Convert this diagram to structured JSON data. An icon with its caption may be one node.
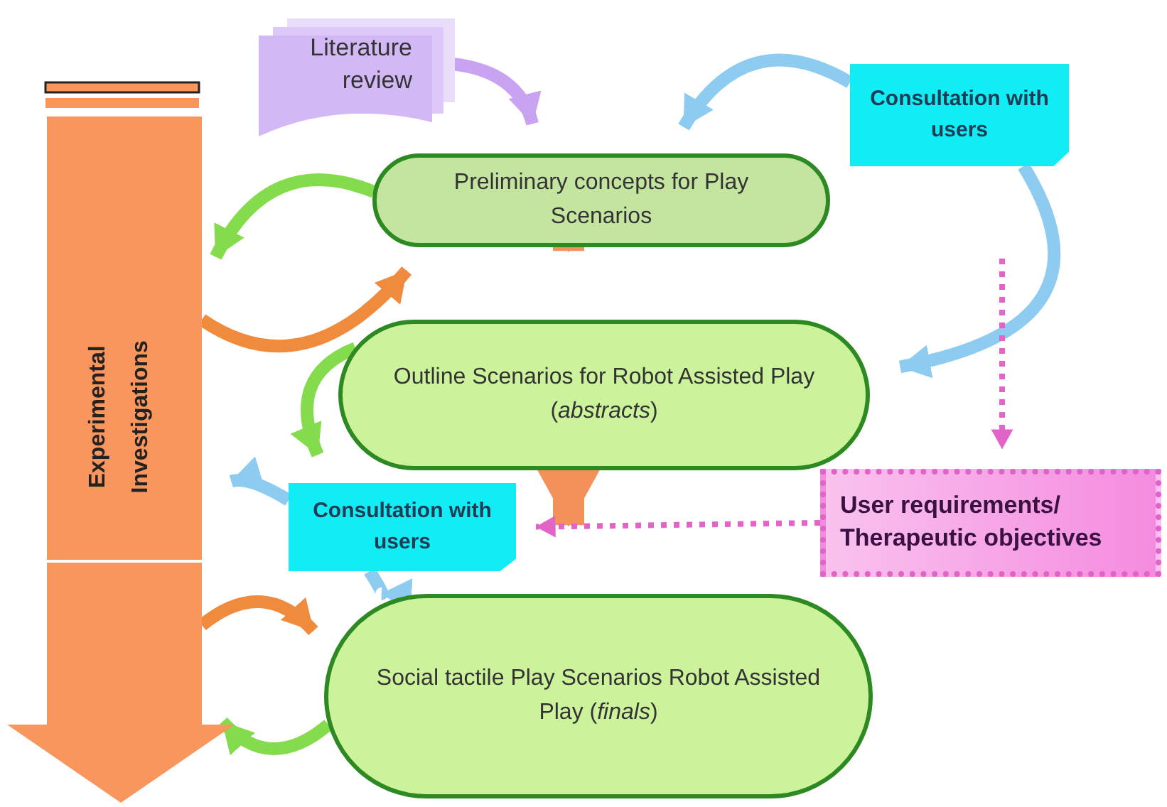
{
  "diagram": {
    "nodes": [
      {
        "text": [
          "Literature review"
        ]
      },
      {
        "text": [
          "Consultation with users"
        ]
      },
      {
        "text": [
          "Preliminary concepts for Play Scenarios"
        ]
      },
      {
        "text": [
          "Outline Scenarios for Robot Assisted Play (*abstracts*)"
        ]
      },
      {
        "text": [
          "Consultation with users"
        ]
      },
      {
        "text": [
          "User requirements/ Therapeutic objectives"
        ]
      },
      {
        "text": [
          "Social tactile Play Scenarios Robot Assisted Play (*finals*)"
        ]
      },
      {
        "text": [
          "Experimental Investigations"
        ]
      }
    ],
    "edges": [
      {
        "from": 0,
        "to": 2,
        "arrow": "to",
        "color": "#c9a3f2"
      },
      {
        "from": 1,
        "to": 2,
        "arrow": "to",
        "color": "#8ecbf0"
      },
      {
        "from": 1,
        "to": 3,
        "arrow": "to",
        "color": "#8ecbf0"
      },
      {
        "from": 2,
        "to": 7,
        "arrow": "to",
        "color": "#84dc4c"
      },
      {
        "from": 7,
        "to": 2,
        "arrow": "to",
        "color": "#f08a3c"
      },
      {
        "from": 2,
        "to": 3,
        "arrow": "to",
        "style": "thick",
        "color": "#f2925a"
      },
      {
        "from": 3,
        "to": 4,
        "arrow": "to",
        "color": "#84dc4c"
      },
      {
        "from": 4,
        "to": 7,
        "arrow": "to",
        "color": "#8ecbf0"
      },
      {
        "from": 4,
        "to": 6,
        "arrow": "to",
        "color": "#8ecbf0"
      },
      {
        "from": 3,
        "to": 6,
        "arrow": "to",
        "style": "thick",
        "color": "#f2925a"
      },
      {
        "from": null,
        "to": 5,
        "arrow": "to",
        "style": "dashed",
        "color": "#e264c9"
      },
      {
        "from": 5,
        "to": 4,
        "arrow": "to",
        "style": "dashed",
        "color": "#e264c9"
      },
      {
        "from": 7,
        "to": 6,
        "arrow": "to",
        "color": "#f08a3c"
      },
      {
        "from": 6,
        "to": 7,
        "arrow": "to",
        "color": "#84dc4c"
      }
    ]
  }
}
